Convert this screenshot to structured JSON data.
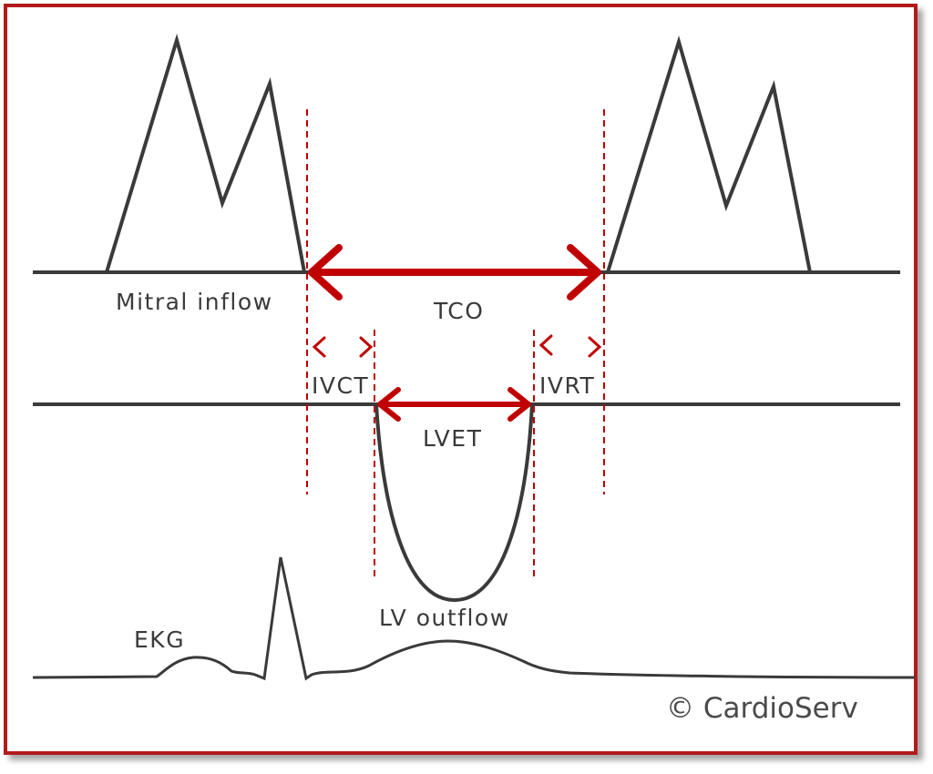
{
  "labels": {
    "mitral_inflow": "Mitral inflow",
    "tco": "TCO",
    "ivct": "IVCT",
    "ivrt": "IVRT",
    "lvet": "LVET",
    "lv_outflow": "LV outflow",
    "ekg": "EKG"
  },
  "copyright": "© CardioServ",
  "colors": {
    "accent": "#c00000",
    "trace": "#3a3a3a",
    "border": "#b31b1b"
  }
}
